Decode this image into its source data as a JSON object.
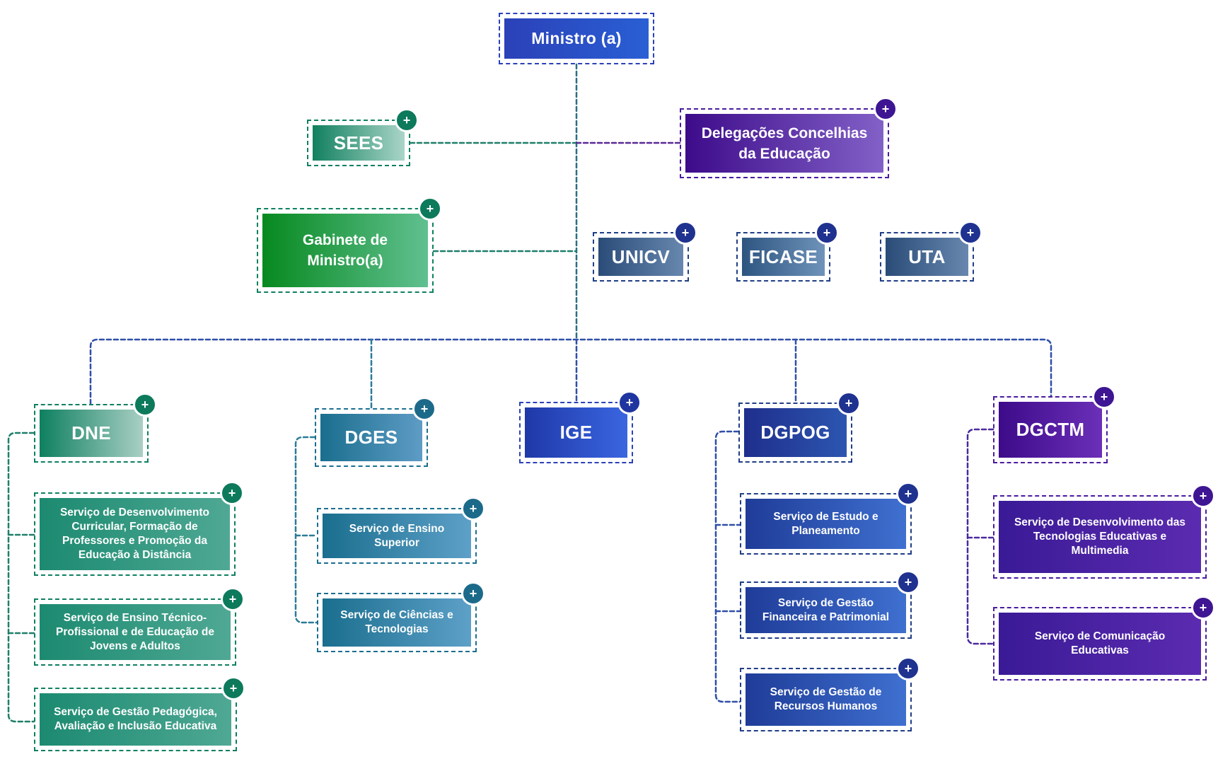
{
  "colors": {
    "green": "#0e8060",
    "teal": "#1b6f90",
    "blue": "#2b41b8",
    "navy": "#1f3e86",
    "purple": "#4b1ba0",
    "slate": "#2e5a8a"
  },
  "plus_icon": "+",
  "nodes": {
    "ministro": {
      "label": "Ministro (a)"
    },
    "sees": {
      "label": "SEES"
    },
    "delegacoes": {
      "label": "Delegações Concelhias da Educação"
    },
    "gabinete": {
      "label": "Gabinete de Ministro(a)"
    },
    "unicv": {
      "label": "UNICV"
    },
    "ficase": {
      "label": "FICASE"
    },
    "uta": {
      "label": "UTA"
    },
    "dne": {
      "label": "DNE"
    },
    "dges": {
      "label": "DGES"
    },
    "ige": {
      "label": "IGE"
    },
    "dgpog": {
      "label": "DGPOG"
    },
    "dgctm": {
      "label": "DGCTM"
    },
    "dne_s1": {
      "label": "Serviço de Desenvolvimento Curricular, Formação de Professores e Promoção da Educação à Distância"
    },
    "dne_s2": {
      "label": "Serviço de Ensino Técnico-Profissional  e de  Educação de Jovens e Adultos"
    },
    "dne_s3": {
      "label": "Serviço de Gestão Pedagógica, Avaliação e Inclusão Educativa"
    },
    "dges_s1": {
      "label": "Serviço de Ensino Superior"
    },
    "dges_s2": {
      "label": "Serviço de Ciências e Tecnologias"
    },
    "dgpog_s1": {
      "label": "Serviço de Estudo e Planeamento"
    },
    "dgpog_s2": {
      "label": "Serviço de Gestão Financeira e Patrimonial"
    },
    "dgpog_s3": {
      "label": "Serviço de Gestão de Recursos Humanos"
    },
    "dgctm_s1": {
      "label": "Serviço de Desenvolvimento das Tecnologias Educativas e Multimedia"
    },
    "dgctm_s2": {
      "label": "Serviço de Comunicação Educativas"
    }
  }
}
